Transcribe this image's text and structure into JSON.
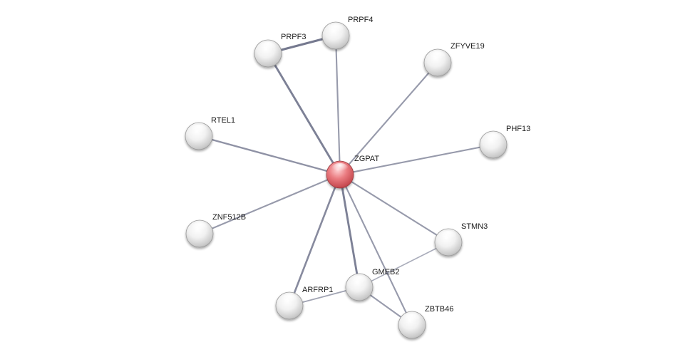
{
  "network": {
    "nodes": [
      {
        "id": "ZGPAT",
        "label": "ZGPAT",
        "kind": "query"
      },
      {
        "id": "PRPF3",
        "label": "PRPF3",
        "kind": "partner"
      },
      {
        "id": "PRPF4",
        "label": "PRPF4",
        "kind": "partner"
      },
      {
        "id": "ZFYVE19",
        "label": "ZFYVE19",
        "kind": "partner"
      },
      {
        "id": "RTEL1",
        "label": "RTEL1",
        "kind": "partner"
      },
      {
        "id": "PHF13",
        "label": "PHF13",
        "kind": "partner"
      },
      {
        "id": "ZNF512B",
        "label": "ZNF512B",
        "kind": "partner"
      },
      {
        "id": "STMN3",
        "label": "STMN3",
        "kind": "partner"
      },
      {
        "id": "GMEB2",
        "label": "GMEB2",
        "kind": "partner"
      },
      {
        "id": "ARFRP1",
        "label": "ARFRP1",
        "kind": "partner"
      },
      {
        "id": "ZBTB46",
        "label": "ZBTB46",
        "kind": "partner"
      }
    ],
    "edges": [
      {
        "source": "ZGPAT",
        "target": "PRPF3",
        "strength": 0.8
      },
      {
        "source": "ZGPAT",
        "target": "PRPF4",
        "strength": 0.5
      },
      {
        "source": "PRPF3",
        "target": "PRPF4",
        "strength": 0.9
      },
      {
        "source": "ZGPAT",
        "target": "ZFYVE19",
        "strength": 0.5
      },
      {
        "source": "ZGPAT",
        "target": "RTEL1",
        "strength": 0.6
      },
      {
        "source": "ZGPAT",
        "target": "PHF13",
        "strength": 0.5
      },
      {
        "source": "ZGPAT",
        "target": "ZNF512B",
        "strength": 0.5
      },
      {
        "source": "ZGPAT",
        "target": "STMN3",
        "strength": 0.5
      },
      {
        "source": "ZGPAT",
        "target": "GMEB2",
        "strength": 0.8
      },
      {
        "source": "ZGPAT",
        "target": "ARFRP1",
        "strength": 0.7
      },
      {
        "source": "ZGPAT",
        "target": "ZBTB46",
        "strength": 0.5
      },
      {
        "source": "GMEB2",
        "target": "STMN3",
        "strength": 0.3
      },
      {
        "source": "GMEB2",
        "target": "ARFRP1",
        "strength": 0.4
      },
      {
        "source": "GMEB2",
        "target": "ZBTB46",
        "strength": 0.5
      }
    ]
  },
  "colors": {
    "query_node": "#e06a6f",
    "partner_node": "#e2e2e2",
    "edge": "#5a5f7a",
    "background": "#ffffff"
  }
}
